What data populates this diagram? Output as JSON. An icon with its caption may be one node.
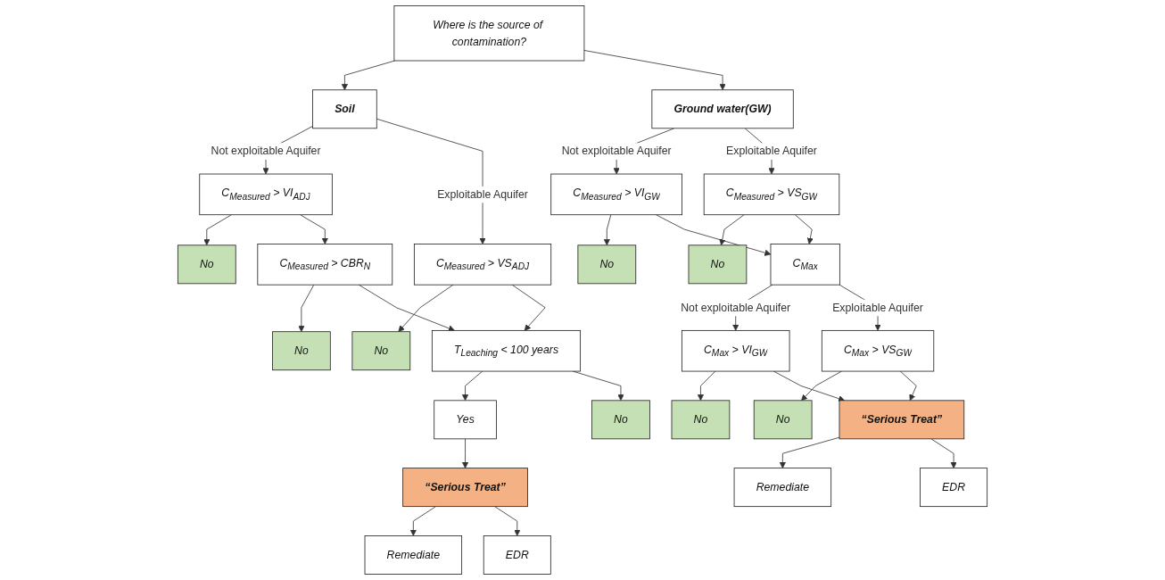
{
  "diagram": {
    "nodes": [
      {
        "text": [
          "Where is the source of contamination?"
        ]
      },
      {
        "text": [
          "Soil"
        ]
      },
      {
        "text": [
          "Ground water(GW)"
        ]
      },
      {
        "text": [
          "No"
        ]
      },
      {
        "text": [
          "C$_{Measured}$ > VI$_{ADJ}$"
        ]
      },
      {
        "text": [
          "C$_{Measured}$ > VS$_{ADJ}$"
        ]
      },
      {
        "text": [
          "No"
        ]
      },
      {
        "text": [
          "No"
        ]
      },
      {
        "text": [
          "C$_{Measured}$ > CBR$_{N}$"
        ]
      },
      {
        "text": [
          "T$_{Leaching}$ < 100 years"
        ]
      },
      {
        "text": [
          "Yes"
        ]
      },
      {
        "text": [
          "No"
        ]
      },
      {
        "text": [
          "“Serious Treat”"
        ]
      },
      {
        "text": [
          "Remediate"
        ]
      },
      {
        "text": [
          "EDR"
        ]
      },
      {
        "text": [
          "No"
        ]
      },
      {
        "text": [
          "C$_{Measured}$ > VI$_{GW}$"
        ]
      },
      {
        "text": [
          "C$_{Measured}$ > VS$_{GW}$"
        ]
      },
      {
        "text": [
          "No"
        ]
      },
      {
        "text": [
          "C$_{Max}$"
        ]
      },
      {
        "text": [
          "No"
        ]
      },
      {
        "text": [
          "C$_{Max}$ > VI$_{GW}$"
        ]
      },
      {
        "text": [
          "C$_{Max}$ > VS$_{GW}$"
        ]
      },
      {
        "text": [
          "No"
        ]
      },
      {
        "text": [
          "“Serious Treat”"
        ]
      },
      {
        "text": [
          "Remediate"
        ]
      },
      {
        "text": [
          "EDR"
        ]
      }
    ],
    "edges": [
      {
        "from": 0,
        "to": 1,
        "arrow": "to"
      },
      {
        "from": 0,
        "to": 2,
        "arrow": "to"
      },
      {
        "from": 1,
        "to": 4,
        "arrow": "to",
        "label": "Not exploitable Aquifer"
      },
      {
        "from": 1,
        "to": 5,
        "arrow": "to",
        "label": "Exploitable Aquifer"
      },
      {
        "from": 4,
        "to": 3,
        "arrow": "to"
      },
      {
        "from": 5,
        "to": 6,
        "arrow": "to"
      },
      {
        "from": 4,
        "to": 8,
        "arrow": "to"
      },
      {
        "from": 8,
        "to": 7,
        "arrow": "to"
      },
      {
        "from": 8,
        "to": 9,
        "arrow": "to"
      },
      {
        "from": 5,
        "to": 9,
        "arrow": "to"
      },
      {
        "from": 9,
        "to": 10,
        "arrow": "to"
      },
      {
        "from": 9,
        "to": 11,
        "arrow": "to"
      },
      {
        "from": 10,
        "to": 12,
        "arrow": "to"
      },
      {
        "from": 12,
        "to": 13,
        "arrow": "to"
      },
      {
        "from": 12,
        "to": 14,
        "arrow": "to"
      },
      {
        "from": 2,
        "to": 16,
        "arrow": "to",
        "label": "Not exploitable Aquifer"
      },
      {
        "from": 2,
        "to": 17,
        "arrow": "to",
        "label": "Exploitable Aquifer"
      },
      {
        "from": 16,
        "to": 15,
        "arrow": "to"
      },
      {
        "from": 17,
        "to": 18,
        "arrow": "to"
      },
      {
        "from": 16,
        "to": 19,
        "arrow": "to"
      },
      {
        "from": 17,
        "to": 19,
        "arrow": "to"
      },
      {
        "from": 19,
        "to": 21,
        "arrow": "to",
        "label": "Not exploitable Aquifer"
      },
      {
        "from": 19,
        "to": 22,
        "arrow": "to",
        "label": "Exploitable Aquifer"
      },
      {
        "from": 21,
        "to": 20,
        "arrow": "to"
      },
      {
        "from": 22,
        "to": 23,
        "arrow": "to"
      },
      {
        "from": 21,
        "to": 24,
        "arrow": "to"
      },
      {
        "from": 22,
        "to": 24,
        "arrow": "to"
      },
      {
        "from": 24,
        "to": 25,
        "arrow": "to"
      },
      {
        "from": 24,
        "to": 26,
        "arrow": "to"
      }
    ]
  }
}
